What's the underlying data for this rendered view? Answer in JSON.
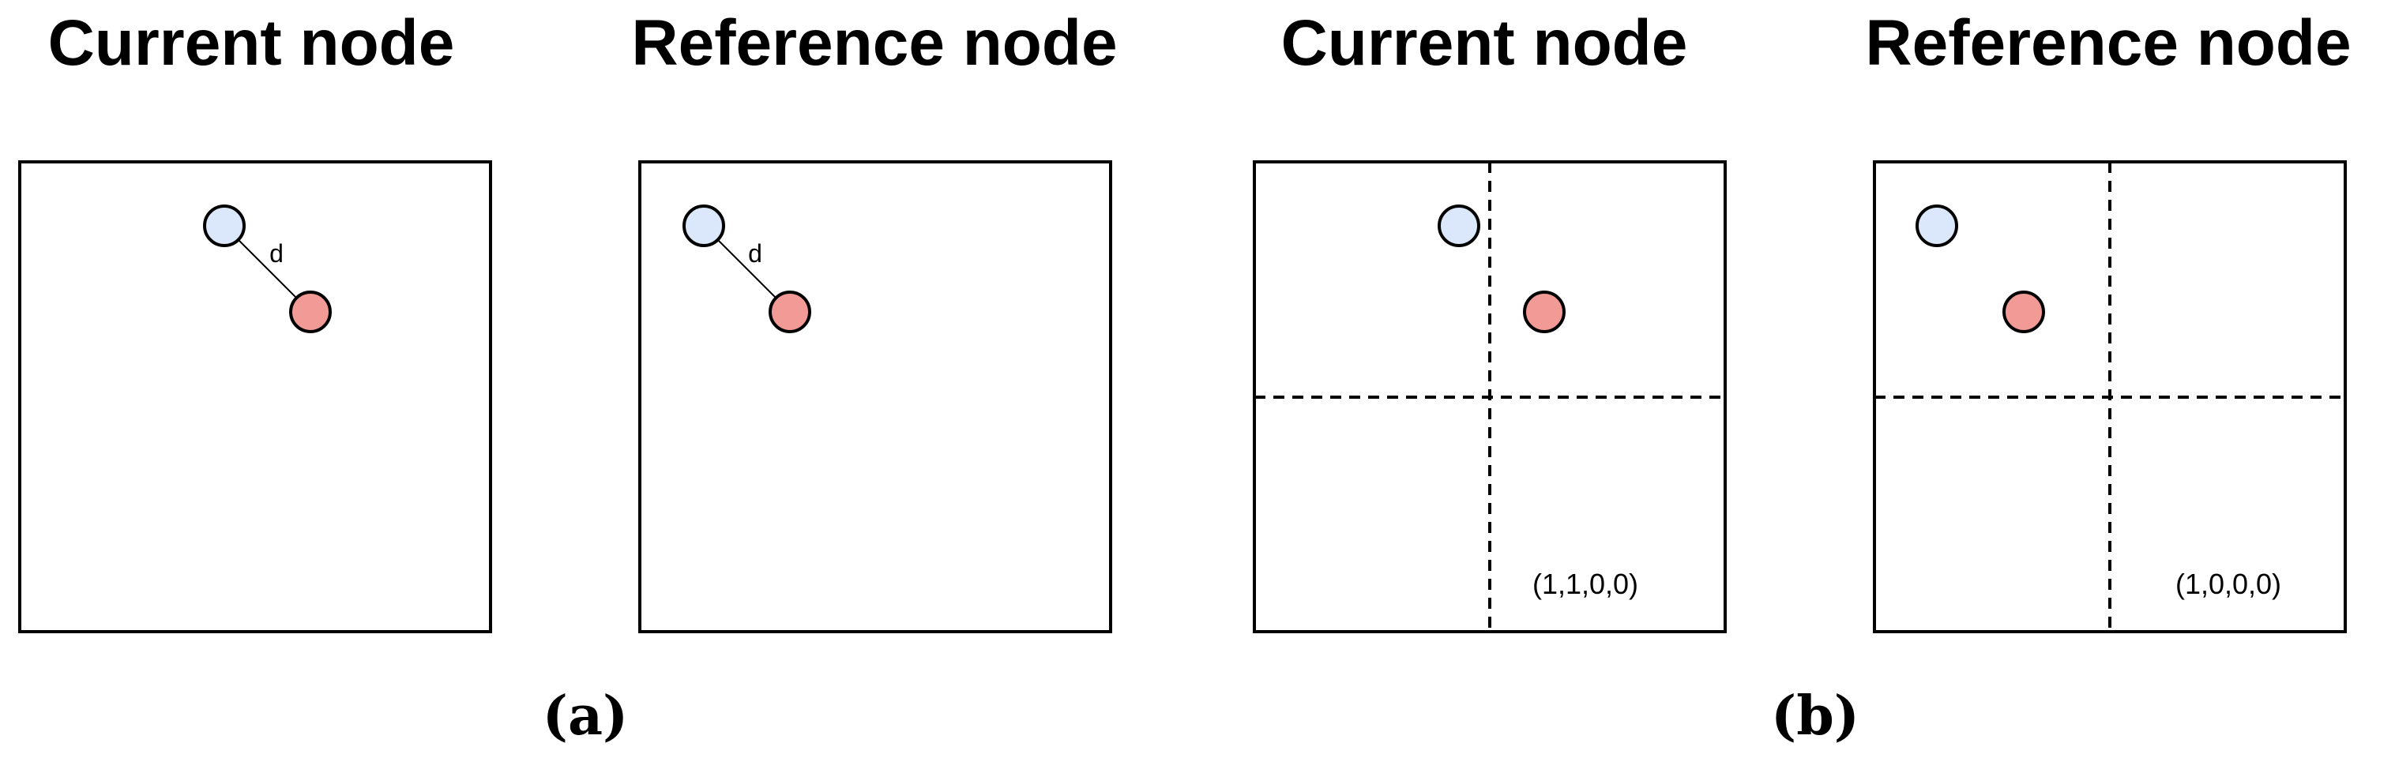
{
  "colors": {
    "blue_node": "#dbe8fb",
    "red_node": "#f29a95"
  },
  "panels": [
    {
      "title": "Current node",
      "distance_label": "d",
      "code": ""
    },
    {
      "title": "Reference node",
      "distance_label": "d",
      "code": ""
    },
    {
      "title": "Current node",
      "distance_label": "",
      "code": "(1,1,0,0)"
    },
    {
      "title": "Reference node",
      "distance_label": "",
      "code": "(1,0,0,0)"
    }
  ],
  "captions": [
    "(a)",
    "(b)"
  ]
}
